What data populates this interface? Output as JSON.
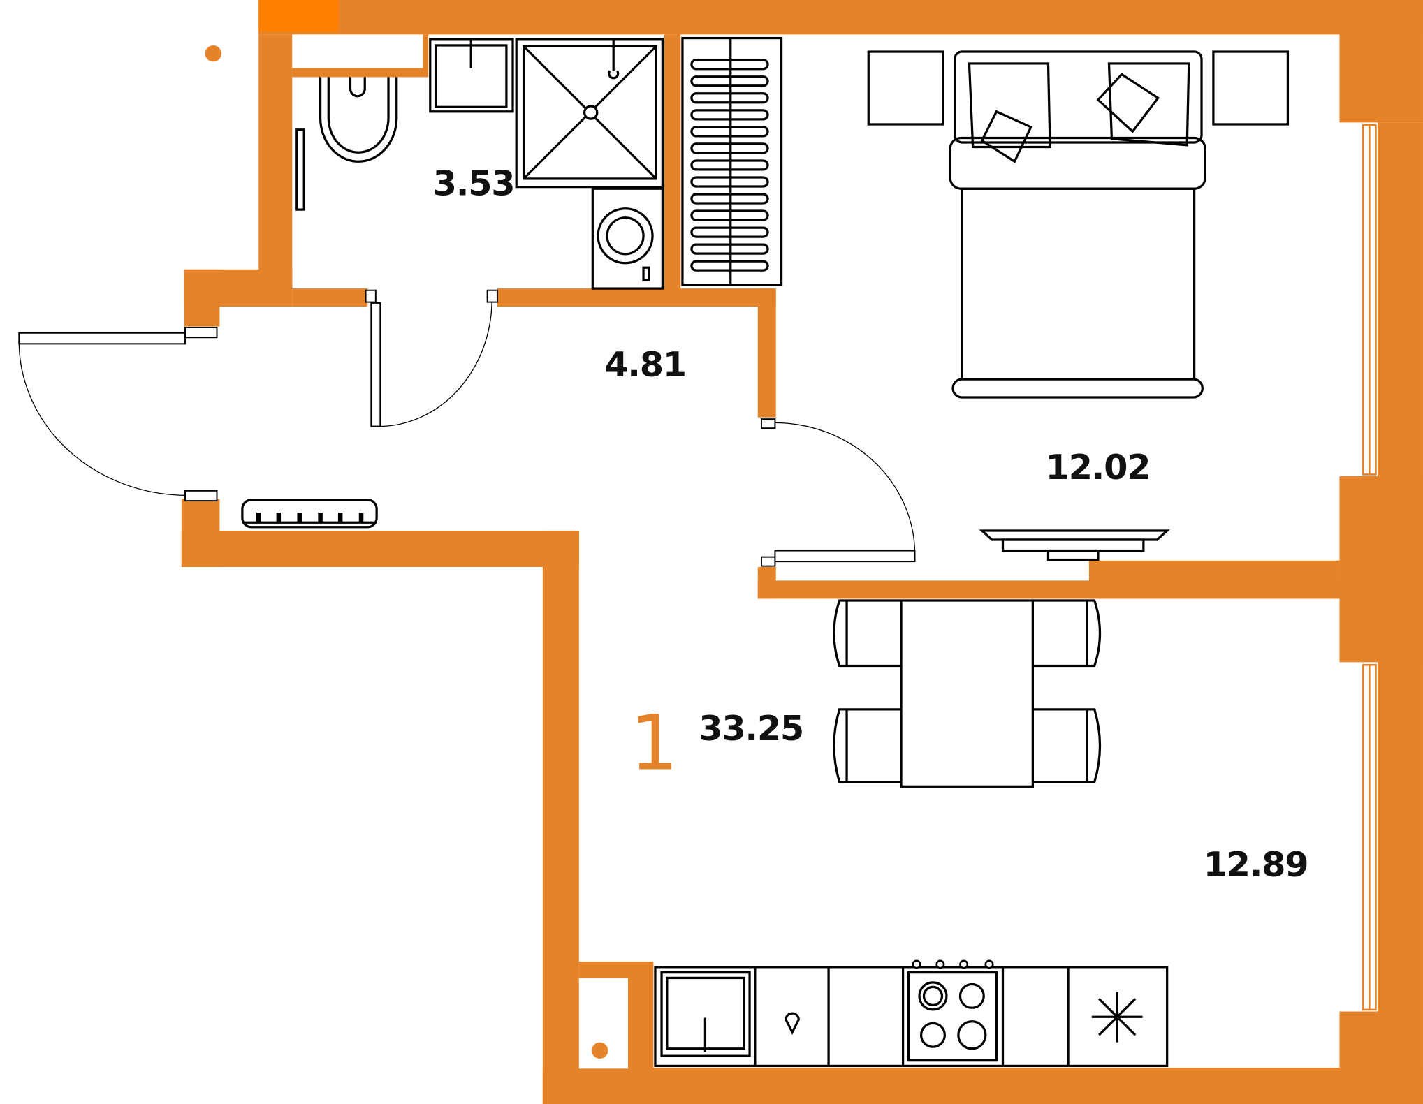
{
  "plan": {
    "apartment_number": "1",
    "total_area": "33.25",
    "rooms": [
      {
        "name": "bathroom",
        "area": "3.53"
      },
      {
        "name": "hallway",
        "area": "4.81"
      },
      {
        "name": "bedroom",
        "area": "12.02"
      },
      {
        "name": "kitchen-living",
        "area": "12.89"
      }
    ]
  },
  "colors": {
    "wall": "#E5832A",
    "accent": "#FF8000"
  }
}
